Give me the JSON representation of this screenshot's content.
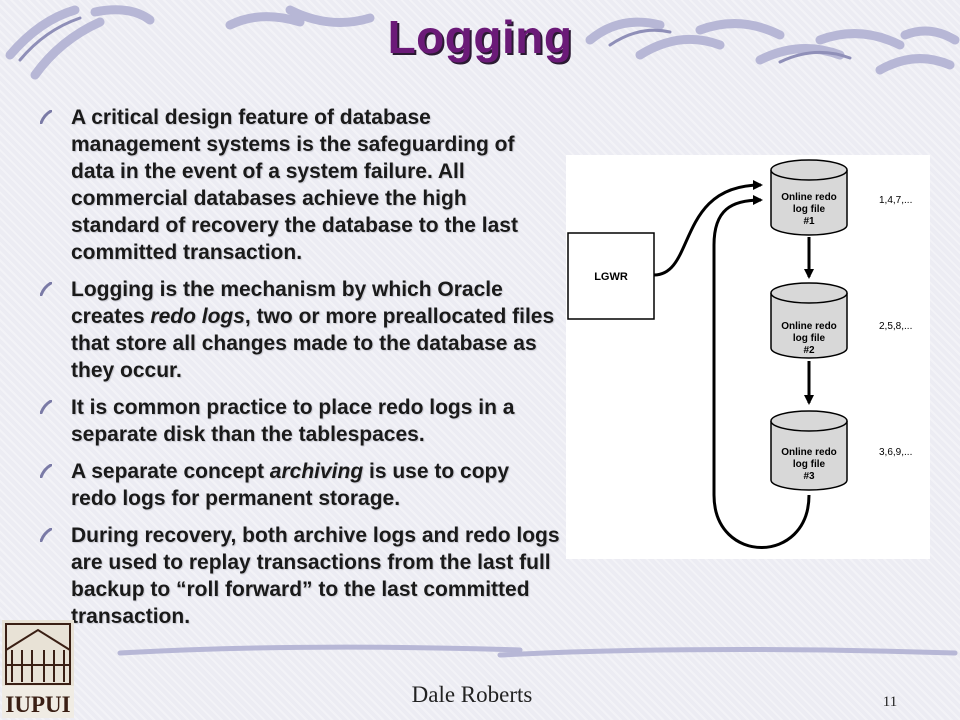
{
  "slide": {
    "title": "Logging",
    "bullets": [
      {
        "parts": [
          {
            "text": "A critical design feature of database management systems is the safeguarding of data in the event of a system failure. All commercial databases achieve the high standard of recovery the database to the last committed transaction.",
            "italic": false
          }
        ]
      },
      {
        "parts": [
          {
            "text": "Logging is the mechanism by which Oracle creates ",
            "italic": false
          },
          {
            "text": "redo logs",
            "italic": true
          },
          {
            "text": ", two or more preallocated files that store all changes made to the database as they occur.",
            "italic": false
          }
        ]
      },
      {
        "parts": [
          {
            "text": "It is common practice to place redo logs in a separate disk than the tablespaces.",
            "italic": false
          }
        ]
      },
      {
        "parts": [
          {
            "text": "A separate concept ",
            "italic": false
          },
          {
            "text": "archiving",
            "italic": true
          },
          {
            "text": " is use to copy redo logs for permanent storage.",
            "italic": false
          }
        ]
      },
      {
        "parts": [
          {
            "text": "During recovery, both archive logs and redo logs are used to replay transactions from the last full backup to “roll forward” to the last committed transaction.",
            "italic": false
          }
        ]
      }
    ]
  },
  "diagram": {
    "lgwr_label": "LGWR",
    "logs": [
      {
        "line1": "Online redo",
        "line2": "log file",
        "line3": "#1",
        "sequence": "1,4,7,..."
      },
      {
        "line1": "Online redo",
        "line2": "log file",
        "line3": "#2",
        "sequence": "2,5,8,..."
      },
      {
        "line1": "Online redo",
        "line2": "log file",
        "line3": "#3",
        "sequence": "3,6,9,..."
      }
    ]
  },
  "footer": {
    "author": "Dale Roberts",
    "page_number": "11",
    "logo_text": "IUPUI"
  },
  "colors": {
    "title": "#6b1a78",
    "background": "#ececf3",
    "decoration": "#b7b7d6"
  }
}
